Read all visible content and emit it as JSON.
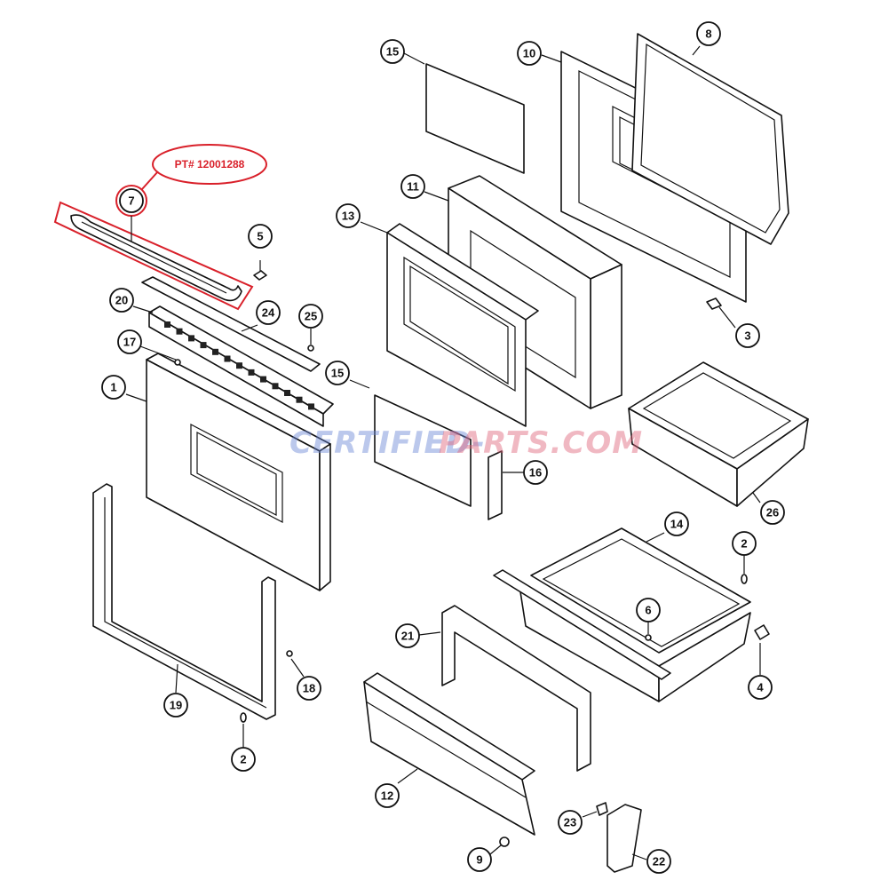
{
  "highlight": {
    "part_number_label": "PT# 12001288",
    "highlight_color": "#d9202a",
    "callout": "7"
  },
  "watermark": {
    "left": "CERTIFIED-",
    "right": "PARTS.COM",
    "left_color": "#6a86d6",
    "right_color": "#e0637a"
  },
  "callouts": {
    "c1": "1",
    "c2a": "2",
    "c2b": "2",
    "c3": "3",
    "c4": "4",
    "c5": "5",
    "c6": "6",
    "c8": "8",
    "c9": "9",
    "c10": "10",
    "c11": "11",
    "c12": "12",
    "c13": "13",
    "c14": "14",
    "c15a": "15",
    "c15b": "15",
    "c16": "16",
    "c17": "17",
    "c18": "18",
    "c19": "19",
    "c20": "20",
    "c21": "21",
    "c22": "22",
    "c23": "23",
    "c24": "24",
    "c25": "25",
    "c26": "26"
  }
}
